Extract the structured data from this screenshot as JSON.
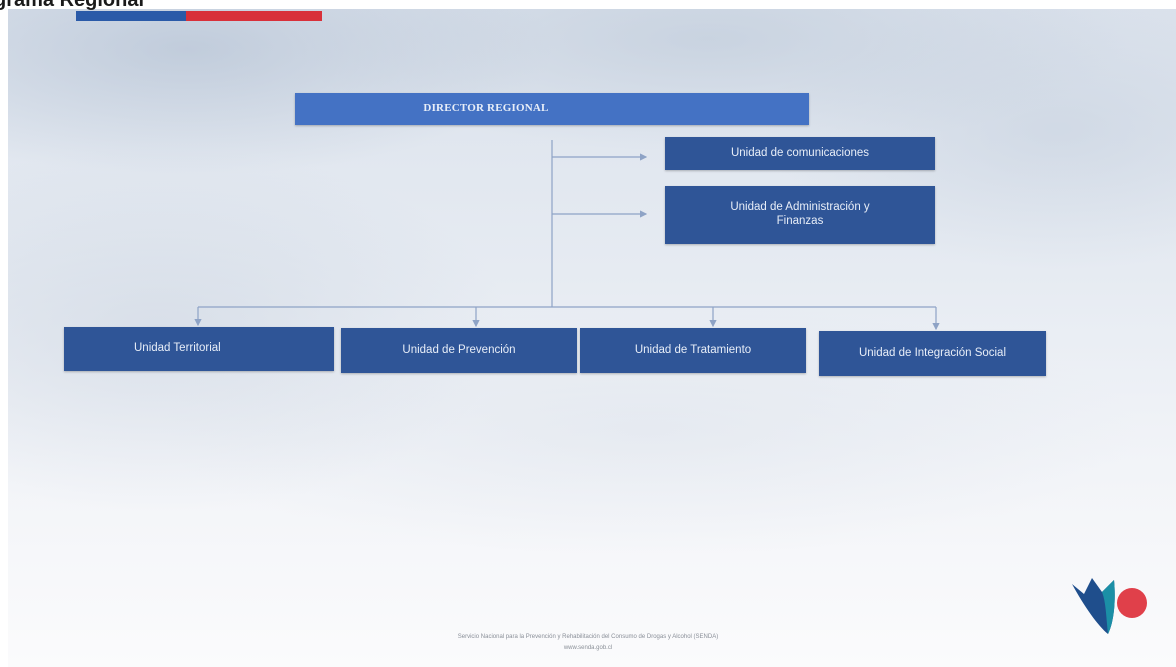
{
  "slide": {
    "title": "grama Regional",
    "footer_line1": "Servicio Nacional para la Prevención y Rehabilitación del Consumo de Drogas y Alcohol (SENDA)",
    "footer_line2": "www.senda.gob.cl"
  },
  "org_chart": {
    "root": "DIRECTOR REGIONAL",
    "staff_units": [
      "Unidad de comunicaciones",
      "Unidad de Administración y Finanzas"
    ],
    "line_units": [
      "Unidad Territorial",
      "Unidad de Prevención",
      "Unidad de Tratamiento",
      "Unidad de Integración Social"
    ]
  },
  "colors": {
    "box_fill": "#2f5597",
    "root_fill": "#4472c4",
    "connector": "#8ea3c6",
    "flag_blue": "#2a5aa8",
    "flag_red": "#d8303a",
    "logo_blue": "#1f4e8c",
    "logo_teal": "#1b8fa6",
    "logo_red": "#e0404a"
  }
}
